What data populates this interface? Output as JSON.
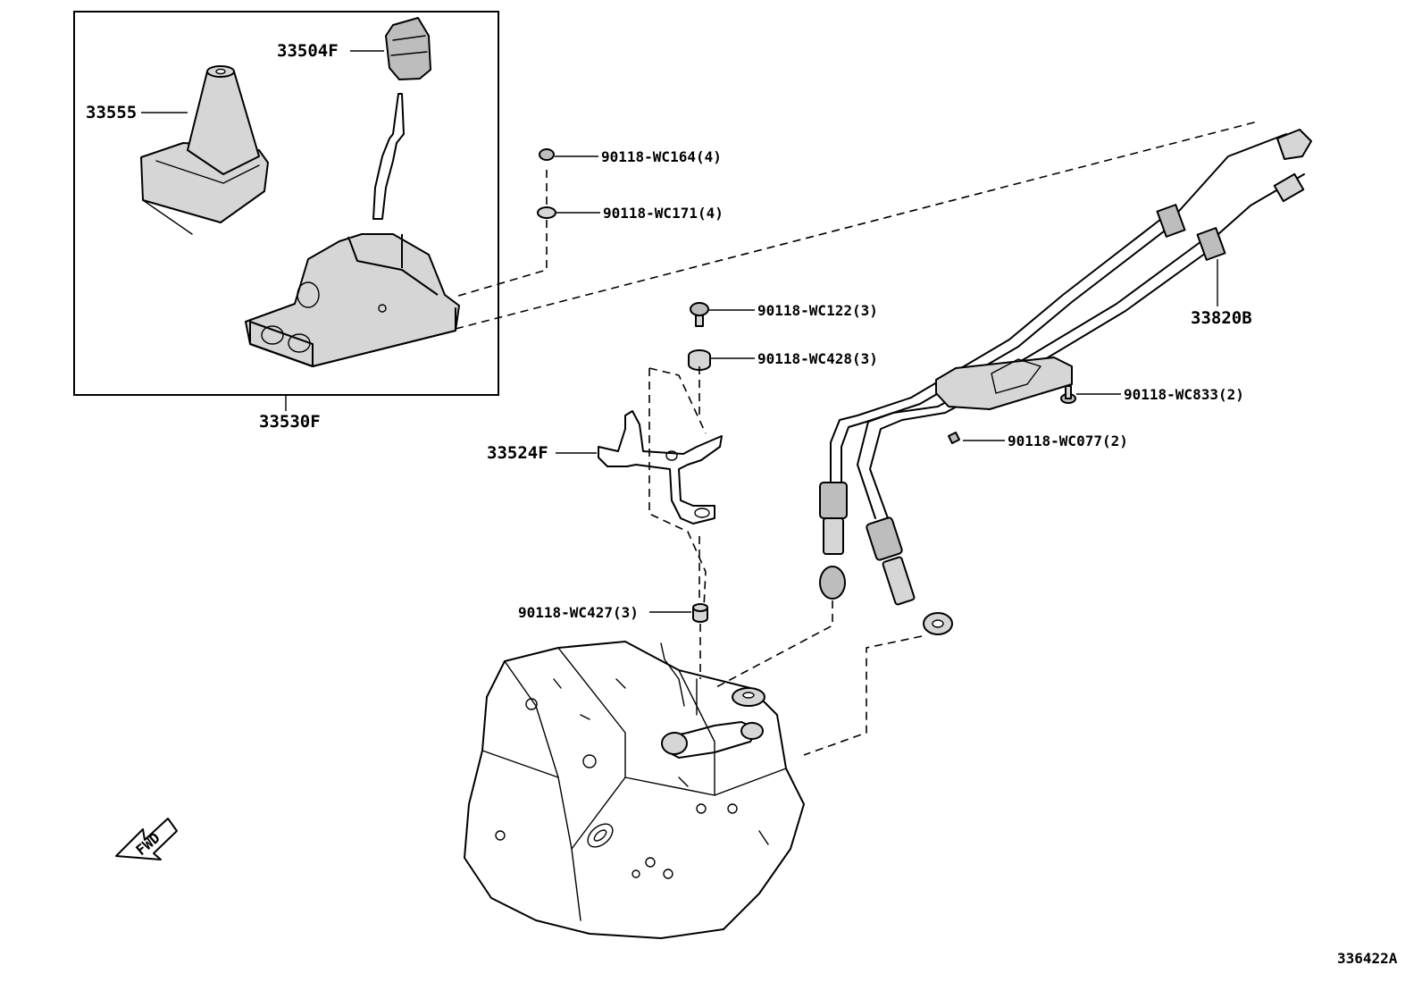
{
  "diagram": {
    "figure_code": "336422A",
    "direction_label": "FWD",
    "callouts": {
      "knob": "33504F",
      "boot": "33555",
      "shift_lever_assy": "33530F",
      "bracket": "33524F",
      "cable_assy": "33820B",
      "nut_wc164": "90118-WC164(4)",
      "washer_wc171": "90118-WC171(4)",
      "bolt_wc122": "90118-WC122(3)",
      "bushing_wc428": "90118-WC428(3)",
      "collar_wc427": "90118-WC427(3)",
      "bolt_wc833": "90118-WC833(2)",
      "clip_wc077": "90118-WC077(2)"
    }
  }
}
